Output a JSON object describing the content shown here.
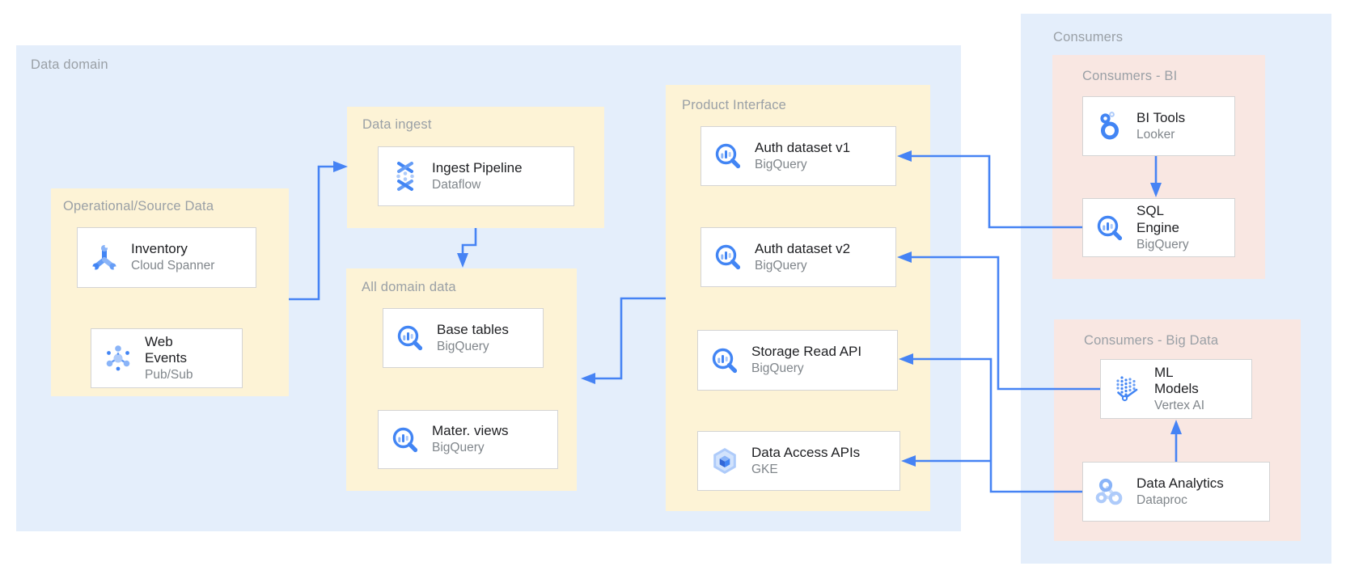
{
  "colors": {
    "region_bg": "#e4eefb",
    "yellow_group_bg": "#fdf3d6",
    "pink_group_bg": "#f9e7e2",
    "connector_blue": "#4683f4",
    "icon_blue": "#4285f4",
    "icon_blue_mid": "#669df6",
    "icon_blue_light": "#aecbfa",
    "zone_label_gray": "#9aa0a6",
    "card_title": "#202124",
    "card_subtitle": "#80868b",
    "card_border": "#d4d4d4"
  },
  "data_domain": {
    "label": "Data domain",
    "operational": {
      "label": "Operational/Source Data",
      "inventory": {
        "title": "Inventory",
        "subtitle": "Cloud Spanner",
        "icon": "cloud-spanner-icon"
      },
      "web_events": {
        "title": "Web\nEvents",
        "subtitle": "Pub/Sub",
        "icon": "pubsub-icon"
      }
    },
    "ingest": {
      "label": "Data ingest",
      "pipeline": {
        "title": "Ingest Pipeline",
        "subtitle": "Dataflow",
        "icon": "dataflow-icon"
      }
    },
    "all_domain": {
      "label": "All domain data",
      "base_tables": {
        "title": "Base tables",
        "subtitle": "BigQuery",
        "icon": "bigquery-icon"
      },
      "mater_views": {
        "title": "Mater. views",
        "subtitle": "BigQuery",
        "icon": "bigquery-icon"
      }
    },
    "product": {
      "label": "Product Interface",
      "auth_v1": {
        "title": "Auth dataset v1",
        "subtitle": "BigQuery",
        "icon": "bigquery-icon"
      },
      "auth_v2": {
        "title": "Auth dataset v2",
        "subtitle": "BigQuery",
        "icon": "bigquery-icon"
      },
      "storage_read": {
        "title": "Storage Read API",
        "subtitle": "BigQuery",
        "icon": "bigquery-icon"
      },
      "data_access": {
        "title": "Data Access APIs",
        "subtitle": "GKE",
        "icon": "gke-icon"
      }
    }
  },
  "consumers": {
    "label": "Consumers",
    "bi": {
      "label": "Consumers - BI",
      "bi_tools": {
        "title": "BI Tools",
        "subtitle": "Looker",
        "icon": "looker-icon"
      },
      "sql_engine": {
        "title": "SQL\nEngine",
        "subtitle": "BigQuery",
        "icon": "bigquery-icon"
      }
    },
    "big_data": {
      "label": "Consumers - Big Data",
      "ml_models": {
        "title": "ML\nModels",
        "subtitle": "Vertex AI",
        "icon": "vertex-ai-icon"
      },
      "data_analytics": {
        "title": "Data Analytics",
        "subtitle": "Dataproc",
        "icon": "dataproc-icon"
      }
    }
  },
  "connections": [
    {
      "from": "operational-source-data",
      "to": "data-ingest"
    },
    {
      "from": "ingest-pipeline",
      "to": "all-domain-data"
    },
    {
      "from": "product-interface",
      "to": "all-domain-data"
    },
    {
      "from": "sql-engine",
      "to": "auth-dataset-v1"
    },
    {
      "from": "ml-models",
      "to": "auth-dataset-v2"
    },
    {
      "from": "data-analytics",
      "to": "storage-read-api"
    },
    {
      "from": "data-analytics",
      "to": "data-access-apis"
    },
    {
      "from": "bi-tools",
      "to": "sql-engine"
    },
    {
      "from": "data-analytics",
      "to": "ml-models"
    }
  ]
}
